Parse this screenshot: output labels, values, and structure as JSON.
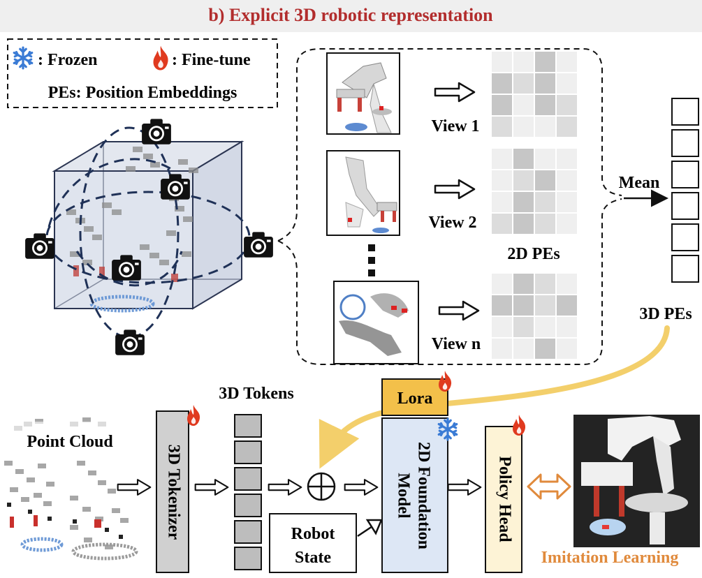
{
  "title": "b) Explicit 3D robotic representation",
  "legend": {
    "frozen_label": ": Frozen",
    "finetune_label": ": Fine-tune",
    "pes_label": "PEs: Position Embeddings"
  },
  "views": [
    {
      "label": "View 1"
    },
    {
      "label": "View 2"
    },
    {
      "label": "View n"
    }
  ],
  "pe_2d_label": "2D PEs",
  "mean_label": "Mean",
  "pe_3d_label": "3D PEs",
  "pipeline": {
    "point_cloud_label": "Point Cloud",
    "tokenizer_label": "3D Tokenizer",
    "tokens_label": "3D Tokens",
    "robot_state_line1": "Robot",
    "robot_state_line2": "State",
    "lora_label": "Lora",
    "foundation_line1": "2D Foundation",
    "foundation_line2": "Model",
    "policy_label": "Policy Head",
    "imitation_label": "Imitation Learning"
  },
  "colors": {
    "title": "#b22d2d",
    "title_bg": "#efefef",
    "tokenizer_fill": "#d0d0d0",
    "token_fill": "#bdbdbd",
    "foundation_fill": "#dde7f5",
    "policy_fill": "#fdf3d6",
    "lora_fill": "#f3c04a",
    "curve_arrow": "#f3cf6b",
    "imitation": "#e08a3c",
    "flame": "#e03a1f",
    "snowflake": "#3a7bd5"
  },
  "icons": [
    "snowflake-icon",
    "flame-icon",
    "camera-icon",
    "arrow-right-icon",
    "plus-circle-icon",
    "double-arrow-icon"
  ]
}
